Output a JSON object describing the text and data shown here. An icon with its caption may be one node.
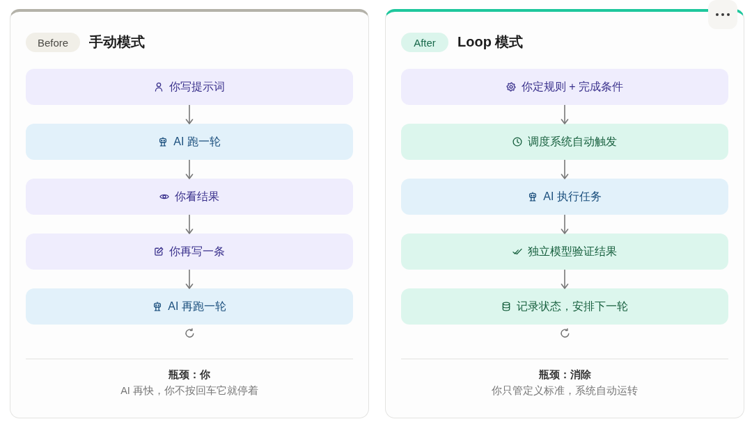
{
  "diagram": {
    "nodes": [
      {
        "text": [
          "手动模式",
          "瓶颈：你",
          "AI 再快，你不按回车它就停着"
        ]
      },
      {
        "text": [
          "Before"
        ],
        "in": 0
      },
      {
        "text": [
          "你写提示词"
        ],
        "in": 0
      },
      {
        "text": [
          "AI 跑一轮"
        ],
        "in": 0
      },
      {
        "text": [
          "你看结果"
        ],
        "in": 0
      },
      {
        "text": [
          "你再写一条"
        ],
        "in": 0
      },
      {
        "text": [
          "AI 再跑一轮"
        ],
        "in": 0
      },
      {
        "text": [
          "Loop 模式",
          "瓶颈：消除",
          "你只管定义标准，系统自动运转"
        ]
      },
      {
        "text": [
          "After"
        ],
        "in": 7
      },
      {
        "text": [
          "你定规则 + 完成条件"
        ],
        "in": 7
      },
      {
        "text": [
          "调度系统自动触发"
        ],
        "in": 7
      },
      {
        "text": [
          "AI 执行任务"
        ],
        "in": 7
      },
      {
        "text": [
          "独立模型验证结果"
        ],
        "in": 7
      },
      {
        "text": [
          "记录状态，安排下一轮"
        ],
        "in": 7
      }
    ],
    "edges": [
      {
        "from": 2,
        "to": 3,
        "arrow": "to"
      },
      {
        "from": 3,
        "to": 4,
        "arrow": "to"
      },
      {
        "from": 4,
        "to": 5,
        "arrow": "to"
      },
      {
        "from": 5,
        "to": 6,
        "arrow": "to"
      },
      {
        "from": 9,
        "to": 10,
        "arrow": "to"
      },
      {
        "from": 10,
        "to": 11,
        "arrow": "to"
      },
      {
        "from": 11,
        "to": 12,
        "arrow": "to"
      },
      {
        "from": 12,
        "to": 13,
        "arrow": "to"
      }
    ]
  }
}
